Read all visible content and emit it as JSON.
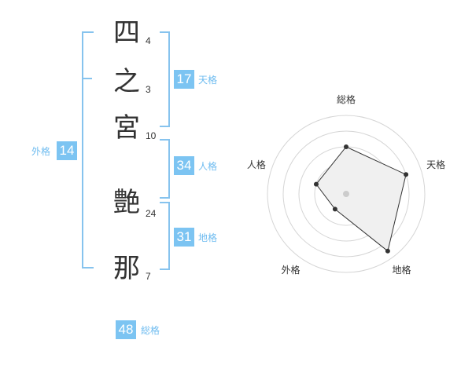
{
  "name": {
    "chars": [
      {
        "char": "四",
        "strokes": "4"
      },
      {
        "char": "之",
        "strokes": "3"
      },
      {
        "char": "宮",
        "strokes": "10"
      },
      {
        "char": "艶",
        "strokes": "24"
      },
      {
        "char": "那",
        "strokes": "7"
      }
    ]
  },
  "kakusu": {
    "tenkaku": {
      "value": "17",
      "label": "天格"
    },
    "jinkaku": {
      "value": "34",
      "label": "人格"
    },
    "chikaku": {
      "value": "31",
      "label": "地格"
    },
    "gaikaku": {
      "value": "14",
      "label": "外格"
    },
    "soukaku": {
      "value": "48",
      "label": "総格"
    }
  },
  "chart_data": {
    "type": "radar",
    "axes": [
      "総格",
      "天格",
      "地格",
      "外格",
      "人格"
    ],
    "rings": 4,
    "values": [
      3,
      4,
      4.5,
      1.2,
      2
    ]
  },
  "colors": {
    "accent": "#7cc4f2",
    "bracket": "#86c3ee",
    "radar_fill": "#f0f0f0",
    "radar_line": "#333333",
    "ring": "#d5d5d5"
  }
}
